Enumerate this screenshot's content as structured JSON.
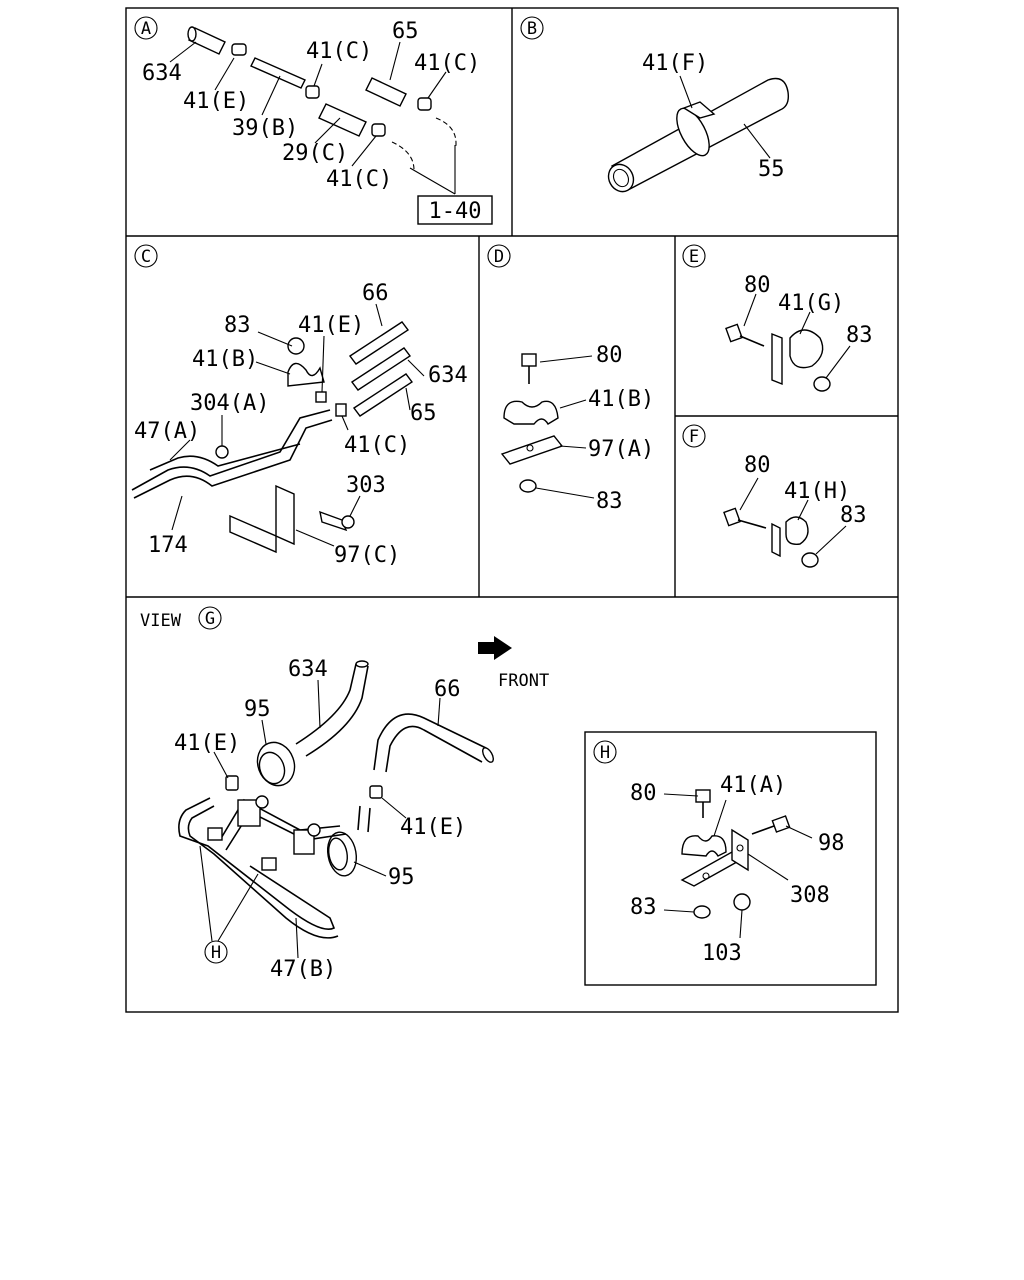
{
  "panels": {
    "A": {
      "letter": "A",
      "labels": {
        "l634": "634",
        "l41e": "41(E)",
        "l39b": "39(B)",
        "l41c1": "41(C)",
        "l65": "65",
        "l41c2": "41(C)",
        "l29c": "29(C)",
        "l41c3": "41(C)",
        "ref": "1-40"
      }
    },
    "B": {
      "letter": "B",
      "labels": {
        "l41f": "41(F)",
        "l55": "55"
      }
    },
    "C": {
      "letter": "C",
      "labels": {
        "l66": "66",
        "l83": "83",
        "l41e": "41(E)",
        "l41b": "41(B)",
        "l634": "634",
        "l304a": "304(A)",
        "l65": "65",
        "l47a": "47(A)",
        "l41c": "41(C)",
        "l303": "303",
        "l174": "174",
        "l97c": "97(C)"
      }
    },
    "D": {
      "letter": "D",
      "labels": {
        "l80": "80",
        "l41b": "41(B)",
        "l97a": "97(A)",
        "l83": "83"
      }
    },
    "E": {
      "letter": "E",
      "labels": {
        "l80": "80",
        "l41g": "41(G)",
        "l83": "83"
      }
    },
    "F": {
      "letter": "F",
      "labels": {
        "l80": "80",
        "l41h": "41(H)",
        "l83": "83"
      }
    },
    "G": {
      "view_prefix": "VIEW",
      "letter": "G",
      "front": "FRONT",
      "labels": {
        "l634": "634",
        "l66": "66",
        "l95a": "95",
        "l41e1": "41(E)",
        "l41e2": "41(E)",
        "l95b": "95",
        "l47b": "47(B)",
        "hmark": "H"
      }
    },
    "H": {
      "letter": "H",
      "labels": {
        "l80": "80",
        "l41a": "41(A)",
        "l98": "98",
        "l308": "308",
        "l83": "83",
        "l103": "103"
      }
    }
  }
}
